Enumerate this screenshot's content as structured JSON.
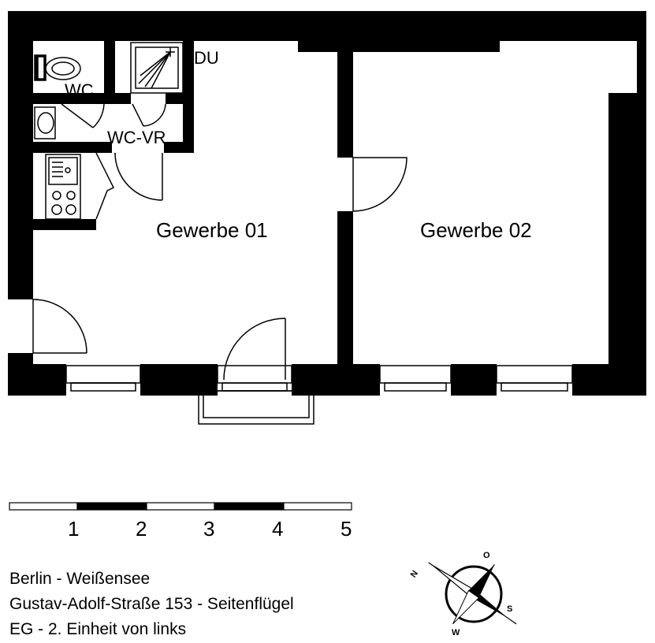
{
  "rooms": {
    "wc": "WC",
    "du": "DU",
    "wc_vr": "WC-VR",
    "unit1": "Gewerbe 01",
    "unit2": "Gewerbe 02"
  },
  "scale_bar": {
    "labels": [
      "1",
      "2",
      "3",
      "4",
      "5"
    ]
  },
  "compass": {
    "north": "N",
    "east": "O",
    "south": "S",
    "west": "W"
  },
  "address": {
    "city": "Berlin - Weißensee",
    "street": "Gustav-Adolf-Straße 153 - Seitenflügel",
    "unit": "EG - 2. Einheit von links"
  },
  "colors": {
    "wall": "#000000",
    "background": "#ffffff"
  }
}
